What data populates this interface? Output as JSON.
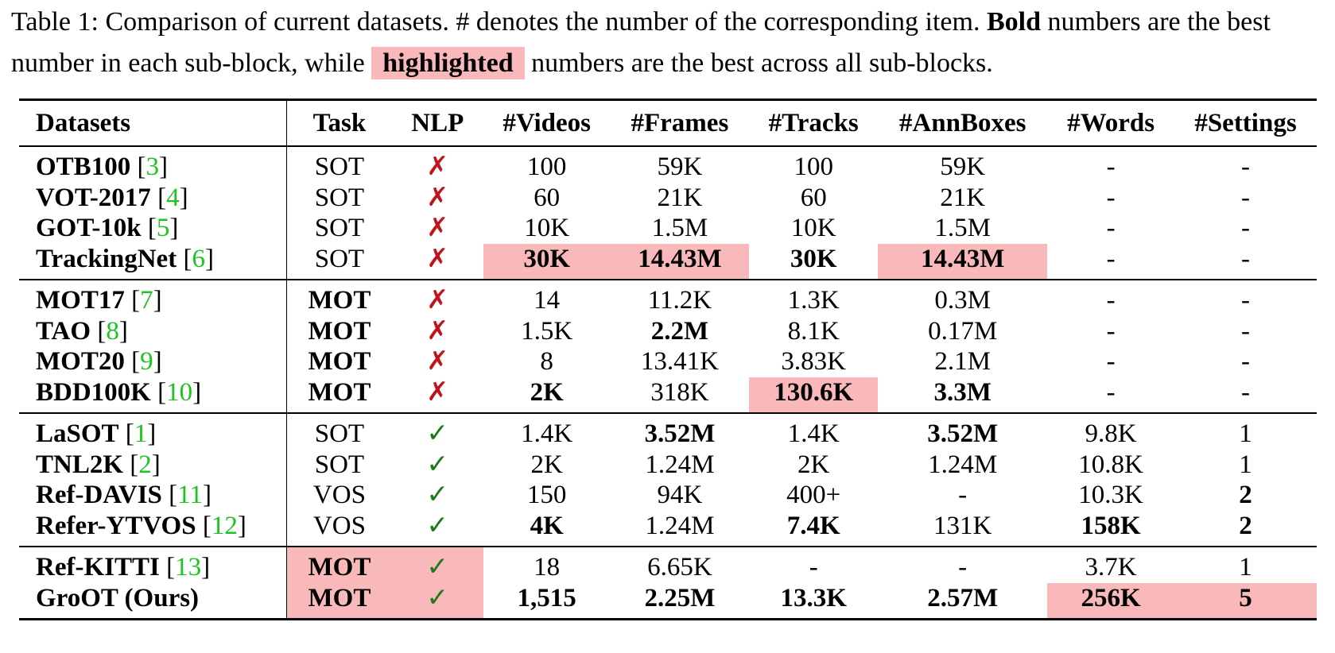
{
  "caption": {
    "part1": "Table 1: Comparison of current datasets. # denotes the number of the corresponding item. ",
    "bold_word": "Bold",
    "part2": " numbers are the best number in each sub-block, while ",
    "highlight_word": "highlighted",
    "part3": " numbers are the best across all sub-blocks."
  },
  "headers": [
    "Datasets",
    "Task",
    "NLP",
    "#Videos",
    "#Frames",
    "#Tracks",
    "#AnnBoxes",
    "#Words",
    "#Settings"
  ],
  "groups": [
    [
      {
        "name": "OTB100",
        "cite": "3",
        "task": "SOT",
        "nlp": "✗",
        "videos": "100",
        "frames": "59K",
        "tracks": "100",
        "annboxes": "59K",
        "words": "-",
        "settings": "-"
      },
      {
        "name": "VOT-2017",
        "cite": "4",
        "task": "SOT",
        "nlp": "✗",
        "videos": "60",
        "frames": "21K",
        "tracks": "60",
        "annboxes": "21K",
        "words": "-",
        "settings": "-"
      },
      {
        "name": "GOT-10k",
        "cite": "5",
        "task": "SOT",
        "nlp": "✗",
        "videos": "10K",
        "frames": "1.5M",
        "tracks": "10K",
        "annboxes": "1.5M",
        "words": "-",
        "settings": "-"
      },
      {
        "name": "TrackingNet",
        "cite": "6",
        "task": "SOT",
        "nlp": "✗",
        "videos": "30K",
        "frames": "14.43M",
        "tracks": "30K",
        "annboxes": "14.43M",
        "words": "-",
        "settings": "-"
      }
    ],
    [
      {
        "name": "MOT17",
        "cite": "7",
        "task": "MOT",
        "nlp": "✗",
        "videos": "14",
        "frames": "11.2K",
        "tracks": "1.3K",
        "annboxes": "0.3M",
        "words": "-",
        "settings": "-"
      },
      {
        "name": "TAO",
        "cite": "8",
        "task": "MOT",
        "nlp": "✗",
        "videos": "1.5K",
        "frames": "2.2M",
        "tracks": "8.1K",
        "annboxes": "0.17M",
        "words": "-",
        "settings": "-"
      },
      {
        "name": "MOT20",
        "cite": "9",
        "task": "MOT",
        "nlp": "✗",
        "videos": "8",
        "frames": "13.41K",
        "tracks": "3.83K",
        "annboxes": "2.1M",
        "words": "-",
        "settings": "-"
      },
      {
        "name": "BDD100K",
        "cite": "10",
        "task": "MOT",
        "nlp": "✗",
        "videos": "2K",
        "frames": "318K",
        "tracks": "130.6K",
        "annboxes": "3.3M",
        "words": "-",
        "settings": "-"
      }
    ],
    [
      {
        "name": "LaSOT",
        "cite": "1",
        "task": "SOT",
        "nlp": "✓",
        "videos": "1.4K",
        "frames": "3.52M",
        "tracks": "1.4K",
        "annboxes": "3.52M",
        "words": "9.8K",
        "settings": "1"
      },
      {
        "name": "TNL2K",
        "cite": "2",
        "task": "SOT",
        "nlp": "✓",
        "videos": "2K",
        "frames": "1.24M",
        "tracks": "2K",
        "annboxes": "1.24M",
        "words": "10.8K",
        "settings": "1"
      },
      {
        "name": "Ref-DAVIS",
        "cite": "11",
        "task": "VOS",
        "nlp": "✓",
        "videos": "150",
        "frames": "94K",
        "tracks": "400+",
        "annboxes": "-",
        "words": "10.3K",
        "settings": "2"
      },
      {
        "name": "Refer-YTVOS",
        "cite": "12",
        "task": "VOS",
        "nlp": "✓",
        "videos": "4K",
        "frames": "1.24M",
        "tracks": "7.4K",
        "annboxes": "131K",
        "words": "158K",
        "settings": "2"
      }
    ],
    [
      {
        "name": "Ref-KITTI",
        "cite": "13",
        "task": "MOT",
        "nlp": "✓",
        "videos": "18",
        "frames": "6.65K",
        "tracks": "-",
        "annboxes": "-",
        "words": "3.7K",
        "settings": "1"
      },
      {
        "name": "GroOT (Ours)",
        "cite": "",
        "task": "MOT",
        "nlp": "✓",
        "videos": "1,515",
        "frames": "2.25M",
        "tracks": "13.3K",
        "annboxes": "2.57M",
        "words": "256K",
        "settings": "5"
      }
    ]
  ]
}
